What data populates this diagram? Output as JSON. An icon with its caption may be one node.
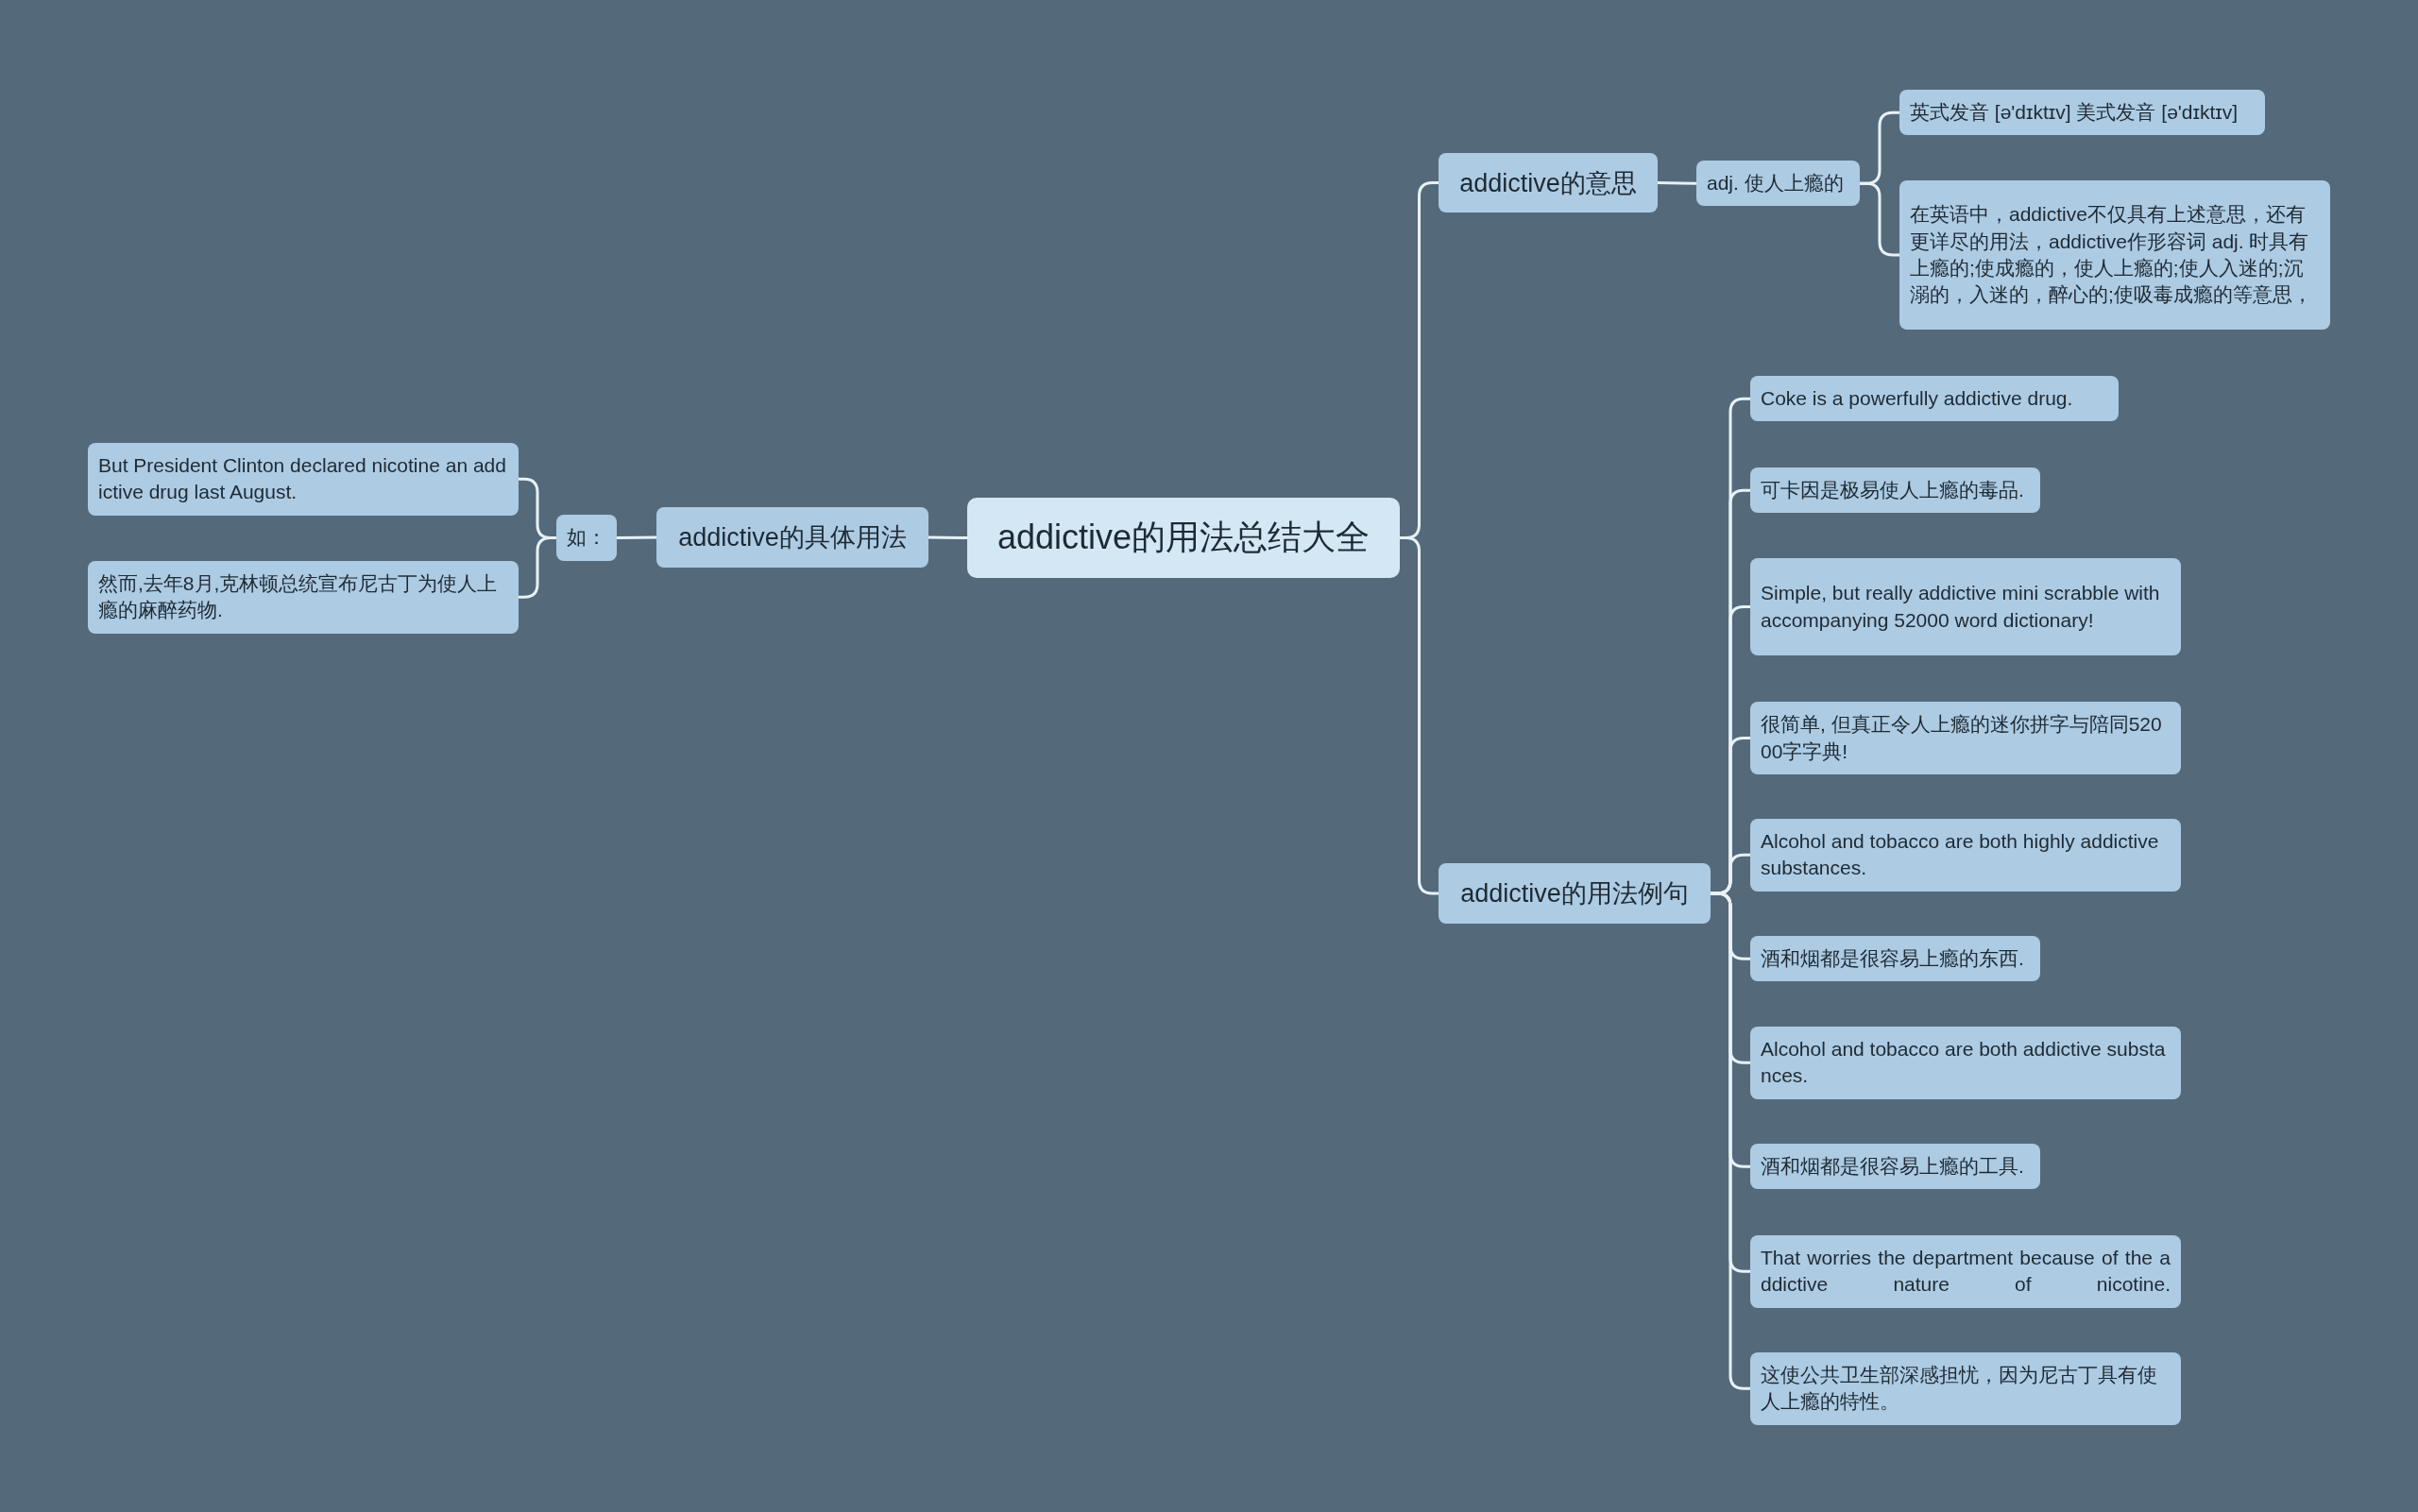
{
  "diagram": {
    "nodes": [
      {
        "text": [
          "addictive的用法总结大全"
        ]
      },
      {
        "text": [
          "addictive的意思"
        ]
      },
      {
        "text": [
          "adj. 使人上瘾的"
        ]
      },
      {
        "text": [
          "英式发音 [ə'dɪktɪv] 美式发音 [ə'dɪktɪv]"
        ]
      },
      {
        "text": [
          "在英语中，addictive不仅具有上述意思，还有更详尽的用法，addictive作形容词 adj. 时具有上瘾的;使成瘾的，使人上瘾的;使人入迷的;沉溺的，入迷的，醉心的;使吸毒成瘾的等意思，"
        ]
      },
      {
        "text": [
          "addictive的用法例句"
        ]
      },
      {
        "text": [
          "Coke is a powerfully addictive drug."
        ]
      },
      {
        "text": [
          "可卡因是极易使人上瘾的毒品."
        ]
      },
      {
        "text": [
          "Simple, but really addictive mini scrabble with accompanying 52000 word dictionary!"
        ]
      },
      {
        "text": [
          "很简单, 但真正令人上瘾的迷你拼字与陪同52000字字典!"
        ]
      },
      {
        "text": [
          "Alcohol and tobacco are both highly addictive substances."
        ]
      },
      {
        "text": [
          "酒和烟都是很容易上瘾的东西."
        ]
      },
      {
        "text": [
          "Alcohol and tobacco are both addictive substances."
        ]
      },
      {
        "text": [
          "酒和烟都是很容易上瘾的工具."
        ]
      },
      {
        "text": [
          "That worries the department because of the addictive nature of nicotine."
        ]
      },
      {
        "text": [
          "这使公共卫生部深感担忧，因为尼古丁具有使人上瘾的特性。"
        ]
      },
      {
        "text": [
          "addictive的具体用法"
        ]
      },
      {
        "text": [
          "如："
        ]
      },
      {
        "text": [
          "But President Clinton declared nicotine an addictive drug last August."
        ]
      },
      {
        "text": [
          "然而,去年8月,克林顿总统宣布尼古丁为使人上瘾的麻醉药物."
        ]
      }
    ],
    "edges": [
      {
        "from": 0,
        "to": 1,
        "arrow": "none"
      },
      {
        "from": 0,
        "to": 5,
        "arrow": "none"
      },
      {
        "from": 0,
        "to": 16,
        "arrow": "none"
      },
      {
        "from": 1,
        "to": 2,
        "arrow": "none"
      },
      {
        "from": 2,
        "to": 3,
        "arrow": "none"
      },
      {
        "from": 2,
        "to": 4,
        "arrow": "none"
      },
      {
        "from": 5,
        "to": 6,
        "arrow": "none"
      },
      {
        "from": 5,
        "to": 7,
        "arrow": "none"
      },
      {
        "from": 5,
        "to": 8,
        "arrow": "none"
      },
      {
        "from": 5,
        "to": 9,
        "arrow": "none"
      },
      {
        "from": 5,
        "to": 10,
        "arrow": "none"
      },
      {
        "from": 5,
        "to": 11,
        "arrow": "none"
      },
      {
        "from": 5,
        "to": 12,
        "arrow": "none"
      },
      {
        "from": 5,
        "to": 13,
        "arrow": "none"
      },
      {
        "from": 5,
        "to": 14,
        "arrow": "none"
      },
      {
        "from": 5,
        "to": 15,
        "arrow": "none"
      },
      {
        "from": 16,
        "to": 17,
        "arrow": "none"
      },
      {
        "from": 17,
        "to": 18,
        "arrow": "none"
      },
      {
        "from": 17,
        "to": 19,
        "arrow": "none"
      }
    ]
  }
}
